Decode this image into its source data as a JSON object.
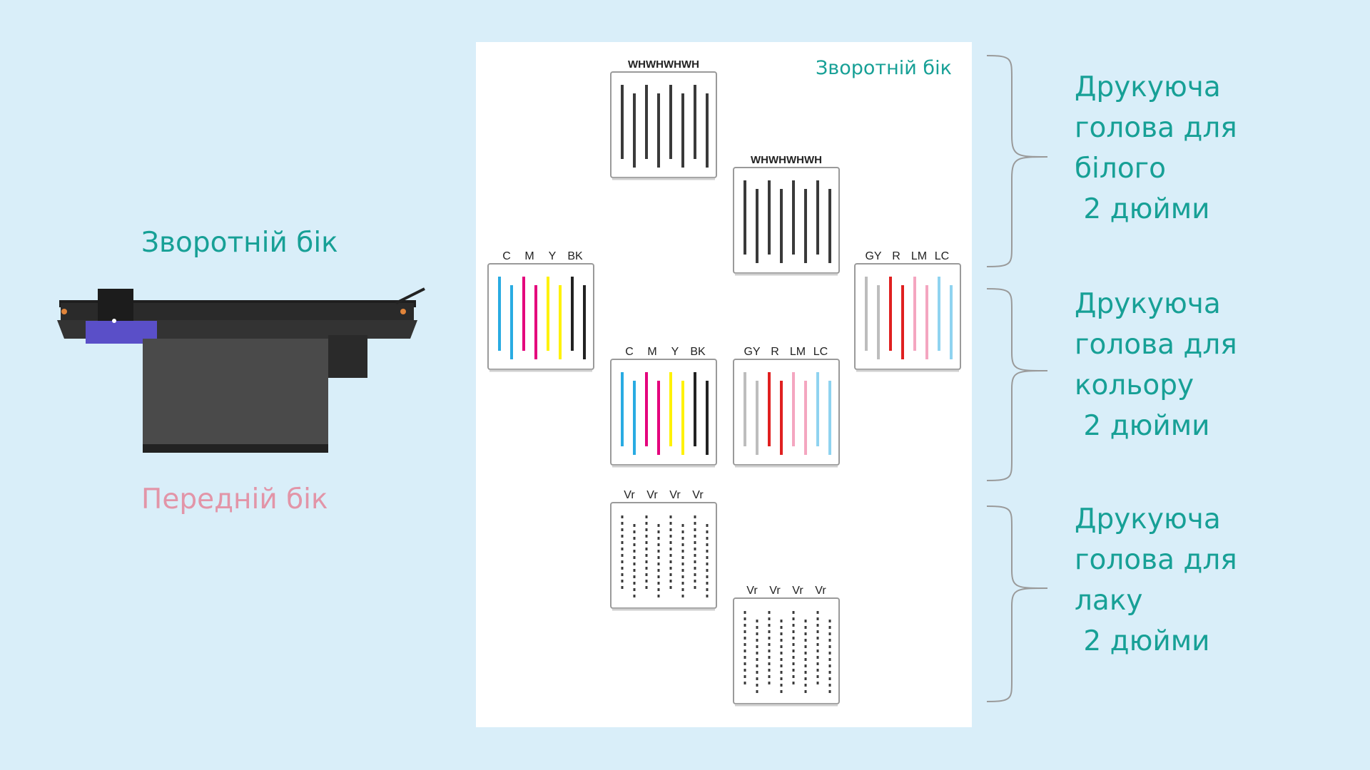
{
  "printer_side_labels": {
    "back": "Зворотній бік",
    "front": "Передній бік"
  },
  "sheet": {
    "corner_label": "Зворотній бік",
    "blocks": [
      {
        "id": "wh1",
        "channels": [
          "WH",
          "WH",
          "WH",
          "WH"
        ],
        "channel_text": "WHWHWHWH",
        "line_style": "solid",
        "colors": [
          "#3a3a3a",
          "#3a3a3a",
          "#3a3a3a",
          "#3a3a3a",
          "#3a3a3a",
          "#3a3a3a",
          "#3a3a3a",
          "#3a3a3a"
        ]
      },
      {
        "id": "wh2",
        "channels": [
          "WH",
          "WH",
          "WH",
          "WH"
        ],
        "channel_text": "WHWHWHWH",
        "line_style": "solid",
        "colors": [
          "#3a3a3a",
          "#3a3a3a",
          "#3a3a3a",
          "#3a3a3a",
          "#3a3a3a",
          "#3a3a3a",
          "#3a3a3a",
          "#3a3a3a"
        ]
      },
      {
        "id": "cmyk1",
        "channels": [
          "C",
          "M",
          "Y",
          "BK"
        ],
        "line_style": "solid",
        "colors": [
          "#29abe2",
          "#29abe2",
          "#e4007c",
          "#e4007c",
          "#fff200",
          "#fff200",
          "#222222",
          "#222222"
        ]
      },
      {
        "id": "light1",
        "channels": [
          "GY",
          "R",
          "LM",
          "LC"
        ],
        "line_style": "solid",
        "colors": [
          "#bdbdbd",
          "#bdbdbd",
          "#e02020",
          "#e02020",
          "#f4a6c0",
          "#f4a6c0",
          "#8fd3f0",
          "#8fd3f0"
        ]
      },
      {
        "id": "cmyk2",
        "channels": [
          "C",
          "M",
          "Y",
          "BK"
        ],
        "line_style": "solid",
        "colors": [
          "#29abe2",
          "#29abe2",
          "#e4007c",
          "#e4007c",
          "#fff200",
          "#fff200",
          "#222222",
          "#222222"
        ]
      },
      {
        "id": "light2",
        "channels": [
          "GY",
          "R",
          "LM",
          "LC"
        ],
        "line_style": "solid",
        "colors": [
          "#bdbdbd",
          "#bdbdbd",
          "#e02020",
          "#e02020",
          "#f4a6c0",
          "#f4a6c0",
          "#8fd3f0",
          "#8fd3f0"
        ]
      },
      {
        "id": "vr1",
        "channels": [
          "Vr",
          "Vr",
          "Vr",
          "Vr"
        ],
        "line_style": "dotted",
        "colors": [
          "#3a3a3a",
          "#3a3a3a",
          "#3a3a3a",
          "#3a3a3a",
          "#3a3a3a",
          "#3a3a3a",
          "#3a3a3a",
          "#3a3a3a"
        ]
      },
      {
        "id": "vr2",
        "channels": [
          "Vr",
          "Vr",
          "Vr",
          "Vr"
        ],
        "line_style": "dotted",
        "colors": [
          "#3a3a3a",
          "#3a3a3a",
          "#3a3a3a",
          "#3a3a3a",
          "#3a3a3a",
          "#3a3a3a",
          "#3a3a3a",
          "#3a3a3a"
        ]
      }
    ]
  },
  "head_groups": [
    {
      "label": "Друкуюча\nголова для\nбілого\n 2 дюйми"
    },
    {
      "label": "Друкуюча\nголова для\nкольору\n 2 дюйми"
    },
    {
      "label": "Друкуюча\nголова для\nлаку\n 2 дюйми"
    }
  ],
  "colors": {
    "background": "#d9eef9",
    "teal_text": "#17a096",
    "pink_text": "#e295a8",
    "printer_carriage": "#5a4fc8",
    "printer_body": "#2b2b2b"
  }
}
